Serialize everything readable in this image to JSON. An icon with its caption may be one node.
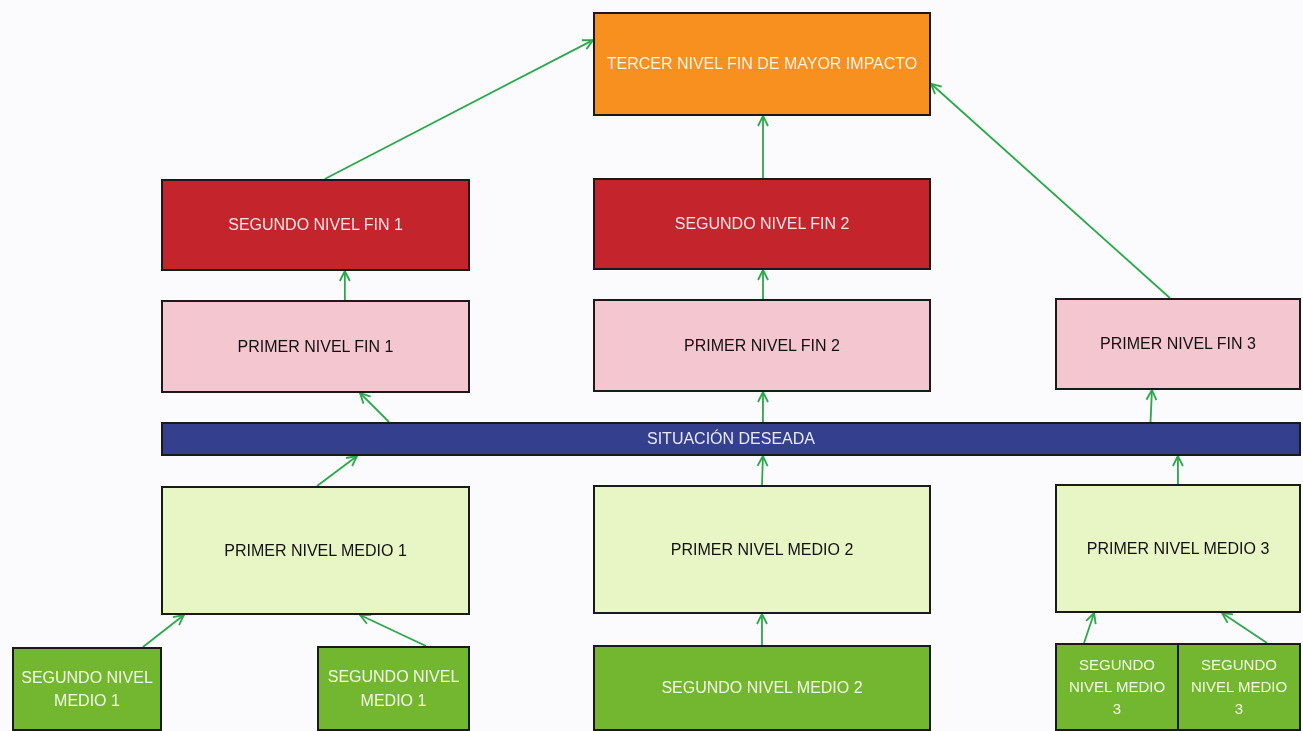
{
  "diagram": {
    "nodes": [
      {
        "text": [
          "TERCER NIVEL FIN DE MAYOR IMPACTO"
        ]
      },
      {
        "text": [
          "SEGUNDO NIVEL FIN 1"
        ]
      },
      {
        "text": [
          "SEGUNDO NIVEL FIN 2"
        ]
      },
      {
        "text": [
          "PRIMER NIVEL FIN 1"
        ]
      },
      {
        "text": [
          "PRIMER NIVEL FIN 2"
        ]
      },
      {
        "text": [
          "PRIMER NIVEL FIN 3"
        ]
      },
      {
        "text": [
          "SITUACIÓN DESEADA"
        ]
      },
      {
        "text": [
          "PRIMER NIVEL MEDIO 1"
        ]
      },
      {
        "text": [
          "PRIMER NIVEL MEDIO 2"
        ]
      },
      {
        "text": [
          "PRIMER NIVEL MEDIO 3"
        ]
      },
      {
        "text": [
          "SEGUNDO NIVEL MEDIO 1"
        ]
      },
      {
        "text": [
          "SEGUNDO NIVEL MEDIO 1"
        ]
      },
      {
        "text": [
          "SEGUNDO NIVEL MEDIO 2"
        ]
      },
      {
        "text": [
          "SEGUNDO NIVEL MEDIO 3"
        ]
      },
      {
        "text": [
          "SEGUNDO NIVEL MEDIO 3"
        ]
      }
    ],
    "edges": [
      {
        "from": 1,
        "to": 0,
        "arrow": "to"
      },
      {
        "from": 2,
        "to": 0,
        "arrow": "to"
      },
      {
        "from": 5,
        "to": 0,
        "arrow": "to"
      },
      {
        "from": 3,
        "to": 1,
        "arrow": "to"
      },
      {
        "from": 4,
        "to": 2,
        "arrow": "to"
      },
      {
        "from": 6,
        "to": 3,
        "arrow": "to"
      },
      {
        "from": 6,
        "to": 4,
        "arrow": "to"
      },
      {
        "from": 6,
        "to": 5,
        "arrow": "to"
      },
      {
        "from": 7,
        "to": 6,
        "arrow": "to"
      },
      {
        "from": 8,
        "to": 6,
        "arrow": "to"
      },
      {
        "from": 9,
        "to": 6,
        "arrow": "to"
      },
      {
        "from": 10,
        "to": 7,
        "arrow": "to"
      },
      {
        "from": 11,
        "to": 7,
        "arrow": "to"
      },
      {
        "from": 12,
        "to": 8,
        "arrow": "to"
      },
      {
        "from": 13,
        "to": 9,
        "arrow": "to"
      },
      {
        "from": 14,
        "to": 9,
        "arrow": "to"
      }
    ]
  }
}
